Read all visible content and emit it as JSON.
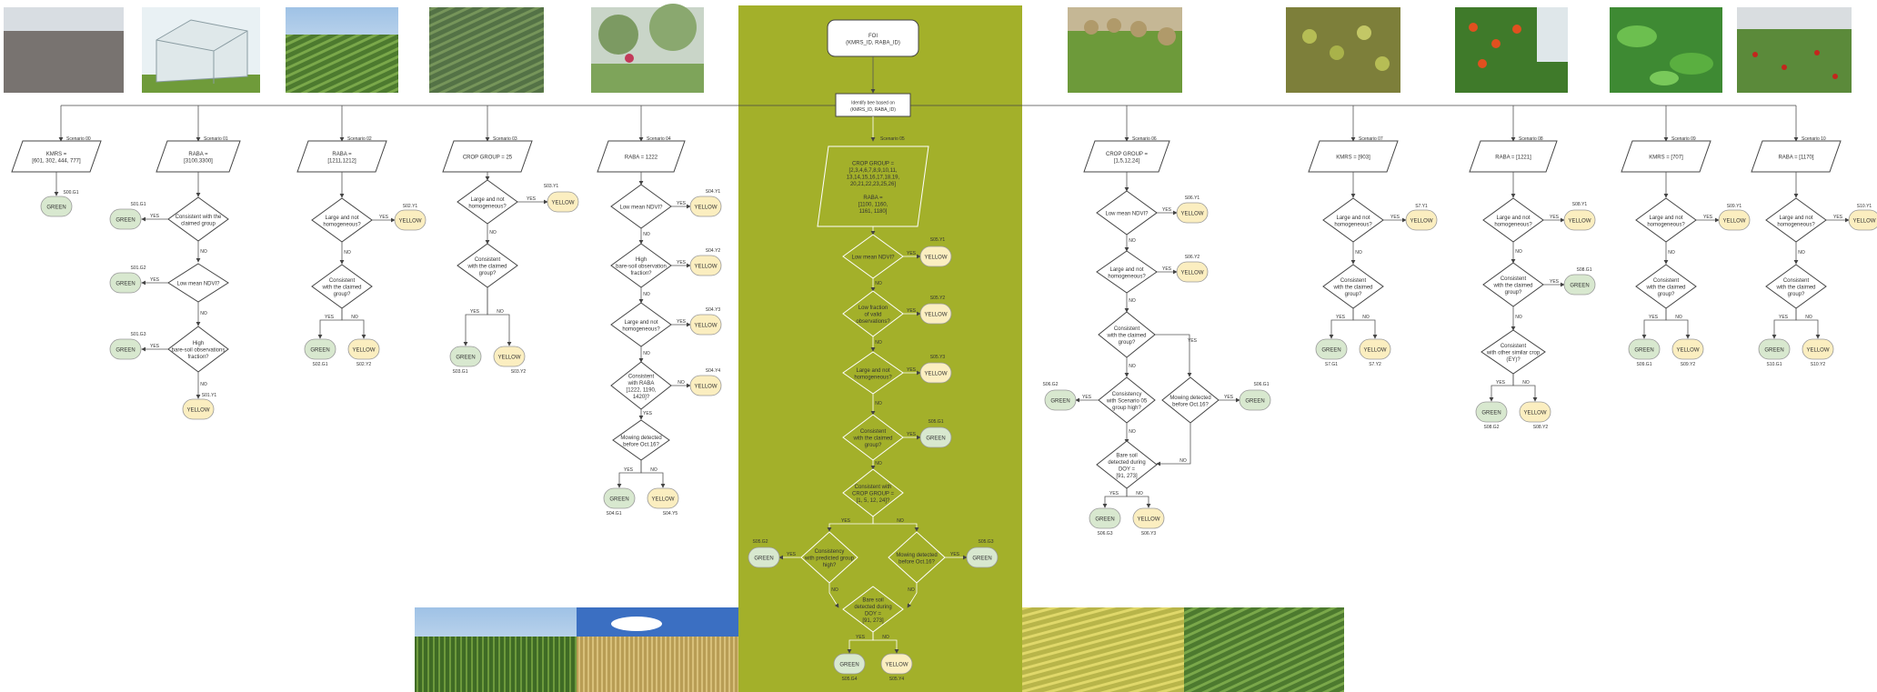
{
  "center": {
    "foi": [
      "FOI",
      "(KMRS_ID, RABA_ID)"
    ],
    "identify": [
      "Identify bee based on",
      "(KMRS_ID, RABA_ID)"
    ],
    "scenario_label": "Scenario 05",
    "condition": [
      "CROP GROUP =",
      "[2,3,4,6,7,8,9,10,11,",
      "13,14,15,16,17,18,19,",
      "20,21,22,23,25,26]",
      "",
      "RABA =",
      "[1100, 1160,",
      "1161, 1180]"
    ],
    "q1": [
      "Low mean NDVI?"
    ],
    "y1": "S05.Y1",
    "q2": [
      "Low fraction",
      "of valid",
      "observations?"
    ],
    "y2": "S05.Y2",
    "q3": [
      "Large and not",
      "homogeneous?"
    ],
    "y3": "S05.Y3",
    "q4": [
      "Consistent",
      "with the claimed",
      "group?"
    ],
    "g1": "S05.G1",
    "q5": [
      "Consistent with",
      "CROP GROUP =",
      "[1, 5, 12, 24]?"
    ],
    "q6": [
      "Consistency",
      "with predicted group",
      "high?"
    ],
    "g2": "S05.G2",
    "q7": [
      "Mowing detected",
      "before Oct.16?"
    ],
    "g3": "S05.G3",
    "q8": [
      "Bare soil",
      "detected during",
      "DOY =",
      "[91, 273]"
    ],
    "g4": "S05.G4",
    "y4": "S05.Y4"
  },
  "words": {
    "green": "GREEN",
    "yellow": "YELLOW",
    "yes": "YES",
    "no": "NO"
  },
  "s00": {
    "label": "Scenario 00",
    "cond": [
      "KMRS =",
      "[601, 302, 444, 777]"
    ],
    "g": "S00.G1"
  },
  "s01": {
    "label": "Scenario 01",
    "cond": [
      "RABA =",
      "[3100,3300]"
    ],
    "q1": [
      "Consistent with the",
      "claimed group"
    ],
    "g1": "S01.G1",
    "q2": [
      "Low mean NDVI?"
    ],
    "g2": "S01.G2",
    "q3": [
      "High",
      "bare-soil observations",
      "fraction?"
    ],
    "g3": "S01.G3",
    "y1": "S01.Y1"
  },
  "s02": {
    "label": "Scenario 02",
    "cond": [
      "RABA =",
      "[1211,1212]"
    ],
    "q1": [
      "Large and not",
      "homogeneous?"
    ],
    "y1": "S02.Y1",
    "q2": [
      "Consistent",
      "with the claimed",
      "group?"
    ],
    "g": "S02.G1",
    "y2": "S02.Y2"
  },
  "s03": {
    "label": "Scenario 03",
    "cond": [
      "CROP GROUP = 25"
    ],
    "q1": [
      "Large and not",
      "homogeneous?"
    ],
    "y1": "S03.Y1",
    "q2": [
      "Consistent",
      "with the claimed",
      "group?"
    ],
    "g": "S03.G1",
    "y2": "S03.Y2"
  },
  "s04": {
    "label": "Scenario 04",
    "cond": [
      "RABA = 1222"
    ],
    "q1": [
      "Low mean NDVI?"
    ],
    "y1": "S04.Y1",
    "q2": [
      "High",
      "bare-soil observation",
      "fraction?"
    ],
    "y2": "S04.Y2",
    "q3": [
      "Large and not",
      "homogeneous?"
    ],
    "y3": "S04.Y3",
    "q4": [
      "Consistent",
      "with RABA",
      "[1222, 1190,",
      "1420]?"
    ],
    "y4": "S04.Y4",
    "q5": [
      "Mowing detected",
      "before Oct.16?"
    ],
    "g": "S04.G1",
    "y5": "S04.Y5"
  },
  "s06": {
    "label": "Scenario 06",
    "cond": [
      "CROP GROUP =",
      "[1,5,12,24]"
    ],
    "q1": [
      "Low mean NDVI?"
    ],
    "y1": "S06.Y1",
    "q2": [
      "Large and not",
      "homogeneous?"
    ],
    "y2": "S06.Y2",
    "q3": [
      "Consistent",
      "with the claimed",
      "group?"
    ],
    "q4": [
      "Consistency",
      "with Scenario 05",
      "group high?"
    ],
    "g2": "S06.G2",
    "q5": [
      "Mowing detected",
      "before Oct.16?"
    ],
    "g1": "S06.G1",
    "q6": [
      "Bare soil",
      "detected during",
      "DOY =",
      "[91, 273]"
    ],
    "g3": "S06.G3",
    "y3": "S06.Y3"
  },
  "s07": {
    "label": "Scenario 07",
    "cond": [
      "KMRS = [903]"
    ],
    "q1": [
      "Large and not",
      "homogeneous?"
    ],
    "y1": "S7.Y1",
    "q2": [
      "Consistent",
      "with the claimed",
      "group?"
    ],
    "g": "S7.G1",
    "y2": "S7.Y2"
  },
  "s08": {
    "label": "Scenario 08",
    "cond": [
      "RABA = [1221]"
    ],
    "q1": [
      "Large and not",
      "homogeneous?"
    ],
    "y1": "S08.Y1",
    "q2": [
      "Consistent",
      "with the claimed",
      "group?"
    ],
    "g1": "S08.G1",
    "q3": [
      "Consistent",
      "with other similar crop",
      "(EY)?"
    ],
    "g2": "S08.G2",
    "y2": "S08.Y2"
  },
  "s09": {
    "label": "Scenario 09",
    "cond": [
      "KMRS = [707]"
    ],
    "q1": [
      "Large and not",
      "homogeneous?"
    ],
    "y1": "S09.Y1",
    "q2": [
      "Consistent",
      "with the claimed",
      "group?"
    ],
    "g": "S09.G1",
    "y2": "S09.Y2"
  },
  "s10": {
    "label": "Scenario 10",
    "cond": [
      "RABA = [1170]"
    ],
    "q1": [
      "Large and not",
      "homogeneous?"
    ],
    "y1": "S10.Y1",
    "q2": [
      "Consistent",
      "with the claimed",
      "group?"
    ],
    "g": "S10.G1",
    "y2": "S10.Y2"
  },
  "colors": {
    "panel": "#a3b02a",
    "green_node": "#d8e8cf",
    "yellow_node": "#fbeec0",
    "stroke": "#555555"
  },
  "photos": [
    "bare-soil-photo",
    "greenhouse-photo",
    "vineyard-photo",
    "vegetable-rows-photo",
    "orchard-photo",
    "turf-rolls-photo",
    "olive-tree-photo",
    "citrus-orchard-photo",
    "leafy-plant-photo",
    "strawberry-field-photo",
    "maize-field-photo",
    "wheat-field-photo",
    "rapeseed-field-photo",
    "green-crop-field-photo"
  ]
}
